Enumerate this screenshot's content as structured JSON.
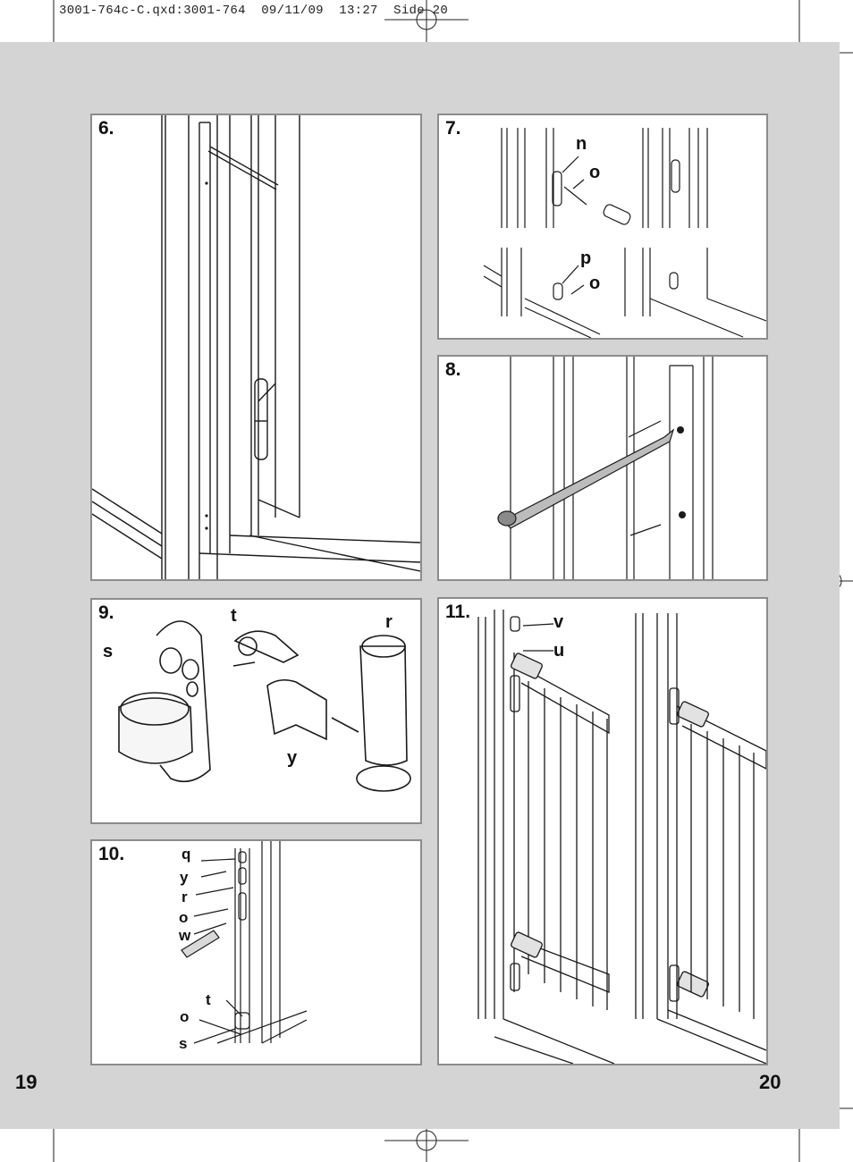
{
  "slug_line": "3001-764c-C.qxd:3001-764  09/11/09  13:27  Side 20",
  "page_numbers": {
    "left": "19",
    "right": "20"
  },
  "panels": {
    "p6": {
      "step": "6."
    },
    "p7": {
      "step": "7.",
      "labels": {
        "n": "n",
        "o1": "o",
        "p": "p",
        "o2": "o"
      }
    },
    "p8": {
      "step": "8."
    },
    "p9": {
      "step": "9.",
      "labels": {
        "t": "t",
        "r": "r",
        "s": "s",
        "y": "y"
      }
    },
    "p10": {
      "step": "10.",
      "labels": {
        "q": "q",
        "y": "y",
        "r": "r",
        "o1": "o",
        "w": "w",
        "t": "t",
        "o2": "o",
        "s": "s"
      }
    },
    "p11": {
      "step": "11.",
      "labels": {
        "v": "v",
        "u": "u"
      }
    }
  },
  "colors": {
    "page_background": "#d4d4d4",
    "panel_border": "#8c8c8c",
    "line_art": "#1a1a1a"
  }
}
